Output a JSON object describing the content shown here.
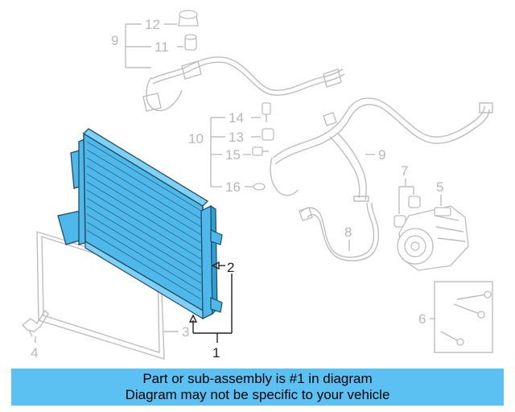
{
  "callouts": {
    "c1": "1",
    "c2": "2",
    "c3": "3",
    "c4": "4",
    "c5": "5",
    "c6": "6",
    "c7": "7",
    "c8": "8",
    "c9a": "9",
    "c9b": "9",
    "c10": "10",
    "c11": "11",
    "c12": "12",
    "c13": "13",
    "c14": "14",
    "c15": "15",
    "c16": "16"
  },
  "banner": {
    "line1": "Part or sub-assembly is #1 in diagram",
    "line2": "Diagram may not be specific to your vehicle"
  },
  "colors": {
    "highlight": "#5bc0f2",
    "part_fill": "#4fb8ea",
    "part_line": "#1f4d63",
    "ghost_line": "#bdbdbd"
  }
}
